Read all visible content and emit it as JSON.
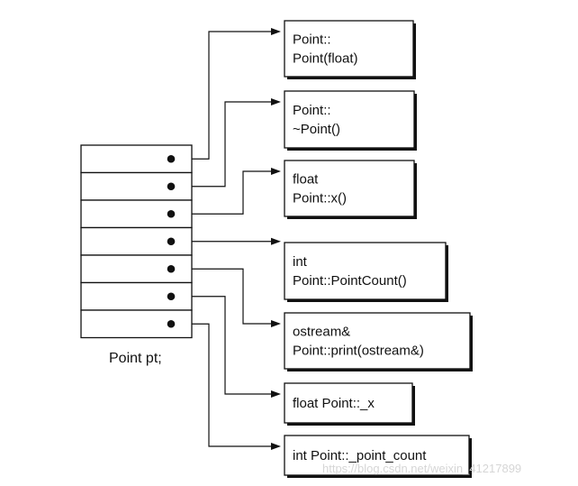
{
  "object_label": "Point pt;",
  "slots": [
    {
      "target": 0
    },
    {
      "target": 1
    },
    {
      "target": 2
    },
    {
      "target": 3
    },
    {
      "target": 4
    },
    {
      "target": 5
    },
    {
      "target": 6
    }
  ],
  "entries": [
    {
      "lines": [
        "Point::",
        "Point(float)"
      ]
    },
    {
      "lines": [
        "Point::",
        "~Point()"
      ]
    },
    {
      "lines": [
        "float",
        "Point::x()"
      ]
    },
    {
      "lines": [
        "int",
        "Point::PointCount()"
      ]
    },
    {
      "lines": [
        "ostream&",
        "Point::print(ostream&)"
      ]
    },
    {
      "lines": [
        "float Point::_x"
      ]
    },
    {
      "lines": [
        "int Point::_point_count"
      ]
    }
  ],
  "watermark": "https://blog.csdn.net/weixin_41217899",
  "colors": {
    "line": "#111111",
    "background": "#ffffff",
    "watermark": "#d6d6d6"
  }
}
